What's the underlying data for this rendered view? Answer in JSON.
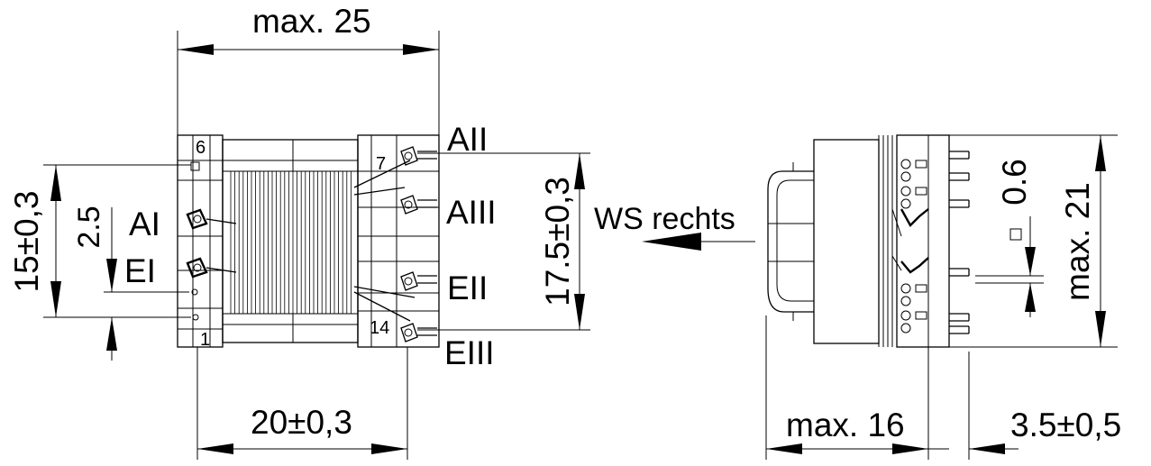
{
  "dimensions": {
    "top_width": "max. 25",
    "bottom_pitch": "20±0,3",
    "left_height": "15±0,3",
    "left_pin_pitch": "2.5",
    "right_pin_span": "17.5±0,3",
    "side_depth": "max. 16",
    "side_pin_length": "3.5±0,5",
    "side_height": "max. 21",
    "pin_size": "0.6"
  },
  "pins": {
    "p6": "6",
    "p1": "1",
    "p7": "7",
    "p14": "14"
  },
  "windings": {
    "AI": "AI",
    "EI": "EI",
    "AII": "AII",
    "AIII": "AIII",
    "EII": "EII",
    "EIII": "EIII"
  },
  "view_label": "WS rechts"
}
